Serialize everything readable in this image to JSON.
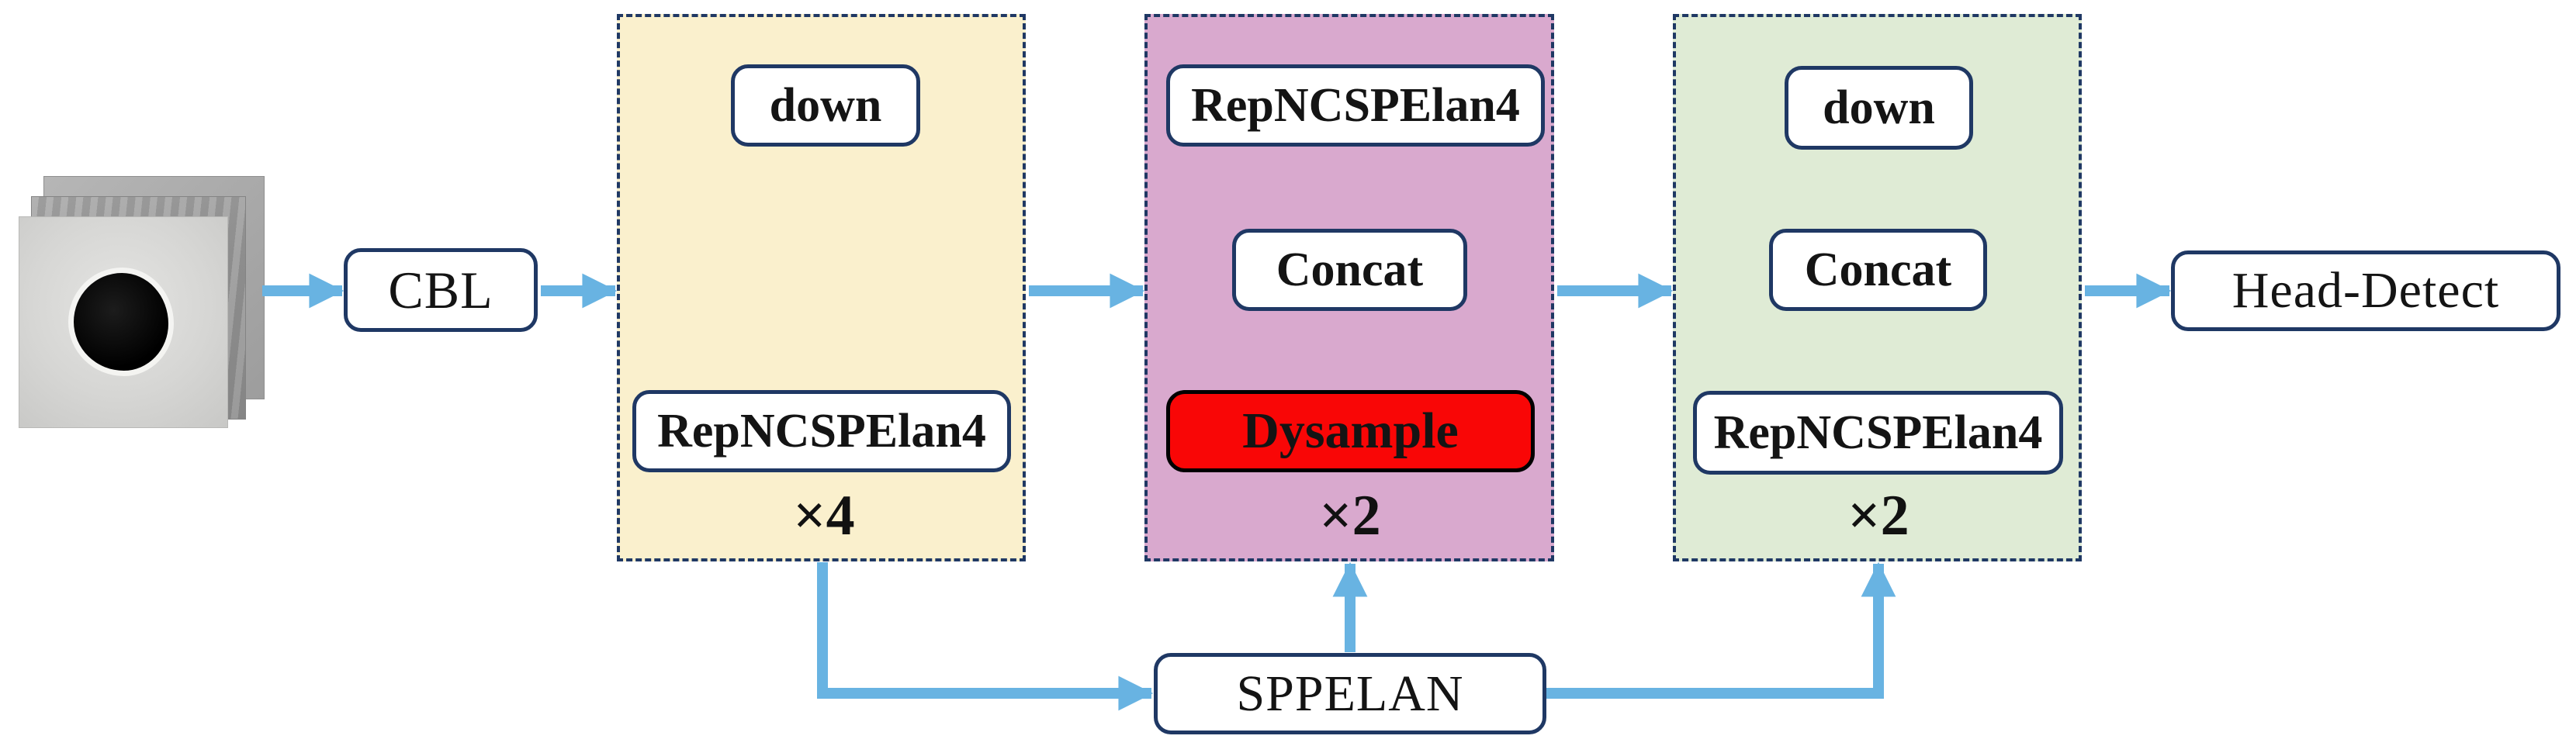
{
  "icons": {
    "input_stack": "grayscale-image-stack-with-defect-blob"
  },
  "colors": {
    "arrow": "#68b3e2",
    "border": "#1f3864",
    "backbone": "#faf0cd",
    "neck_up": "#d9a9ce",
    "neck_down": "#dfebd5",
    "dysample": "#f90606",
    "text": "#141414"
  },
  "nodes": {
    "cbl": {
      "label": "CBL"
    },
    "sppelan": {
      "label": "SPPELAN"
    },
    "head_detect": {
      "label": "Head-Detect"
    }
  },
  "regions": {
    "backbone": {
      "multiplier": "×4",
      "boxes": {
        "down": {
          "label": "down"
        },
        "rep": {
          "label": "RepNCSPElan4"
        }
      }
    },
    "neck_upsample": {
      "multiplier": "×2",
      "boxes": {
        "rep": {
          "label": "RepNCSPElan4"
        },
        "concat": {
          "label": "Concat"
        },
        "dysample": {
          "label": "Dysample"
        }
      }
    },
    "neck_downsample": {
      "multiplier": "×2",
      "boxes": {
        "down": {
          "label": "down"
        },
        "concat": {
          "label": "Concat"
        },
        "rep": {
          "label": "RepNCSPElan4"
        }
      }
    }
  }
}
